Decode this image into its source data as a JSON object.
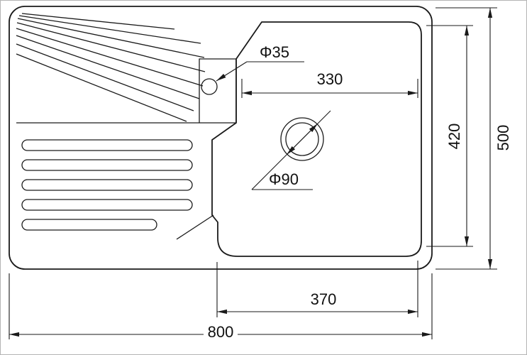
{
  "drawing": {
    "colors": {
      "line": "#1a1a1a",
      "background": "#ffffff"
    },
    "labels": {
      "tap_hole": "Φ35",
      "drain_hole": "Φ90",
      "dim_bowl_top_width": "330",
      "dim_bowl_depth": "420",
      "dim_overall_depth": "500",
      "dim_bowl_bottom_width": "370",
      "dim_overall_width": "800"
    }
  }
}
